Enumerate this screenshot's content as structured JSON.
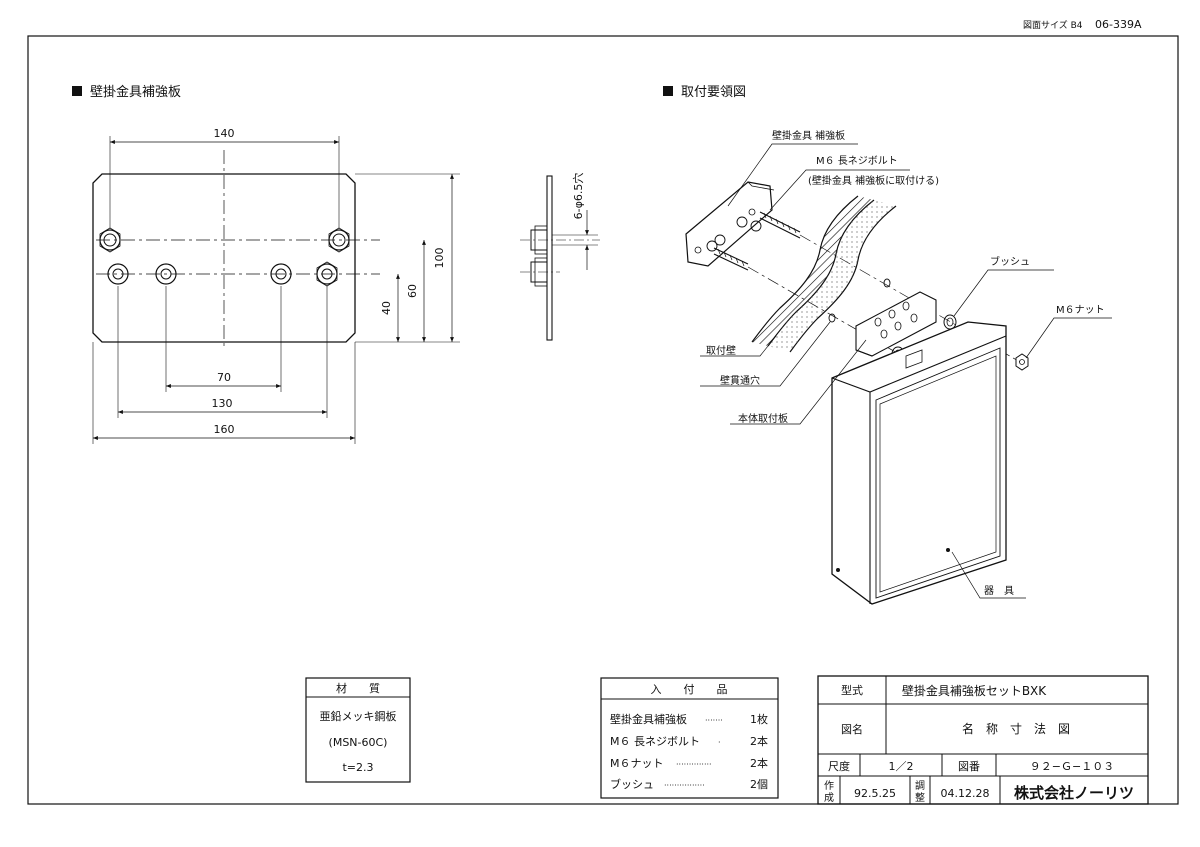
{
  "header": {
    "paper_size": "図面サイズ B4",
    "doc_number": "06-339A"
  },
  "left_section": {
    "title": "壁掛金具補強板",
    "dims": {
      "top": "140",
      "height_total": "100",
      "height_60": "60",
      "height_40": "40",
      "width_70": "70",
      "width_130": "130",
      "width_160": "160"
    },
    "side_view_label": "6-φ6.5穴"
  },
  "right_section": {
    "title": "取付要領図",
    "labels": {
      "plate": "壁掛金具 補強板",
      "bolt": "M６ 長ネジボルト",
      "bolt_note": "(壁掛金具 補強板に取付ける)",
      "bush": "ブッシュ",
      "nut": "M６ナット",
      "wall": "取付壁",
      "wall_hole": "壁貫通穴",
      "mount_plate": "本体取付板",
      "device": "器　具"
    }
  },
  "material_table": {
    "header": "材　　質",
    "line1": "亜鉛メッキ鋼板",
    "line2": "(MSN-60C)",
    "line3": "t=2.3"
  },
  "contents_table": {
    "header": "入　　付　　品",
    "items": [
      {
        "name": "壁掛金具補強板",
        "dots": "·······",
        "qty": "1枚"
      },
      {
        "name": "M６ 長ネジボルト",
        "dots": "·",
        "qty": "2本"
      },
      {
        "name": "M６ナット",
        "dots": "··············",
        "qty": "2本"
      },
      {
        "name": "ブッシュ",
        "dots": "················",
        "qty": "2個"
      }
    ]
  },
  "title_block": {
    "model_label": "型式",
    "model_value": "壁掛金具補強板セットBXK",
    "name_label": "図名",
    "name_value": "名　称　寸　法　図",
    "scale_label": "尺度",
    "scale_value": "1／2",
    "drawing_no_label": "図番",
    "drawing_no_value": "９２−Ｇ−１０３",
    "made_label_1": "作",
    "made_label_2": "成",
    "made_date": "92.5.25",
    "adj_label_1": "調",
    "adj_label_2": "整",
    "adj_date": "04.12.28",
    "company": "株式会社ノーリツ"
  }
}
